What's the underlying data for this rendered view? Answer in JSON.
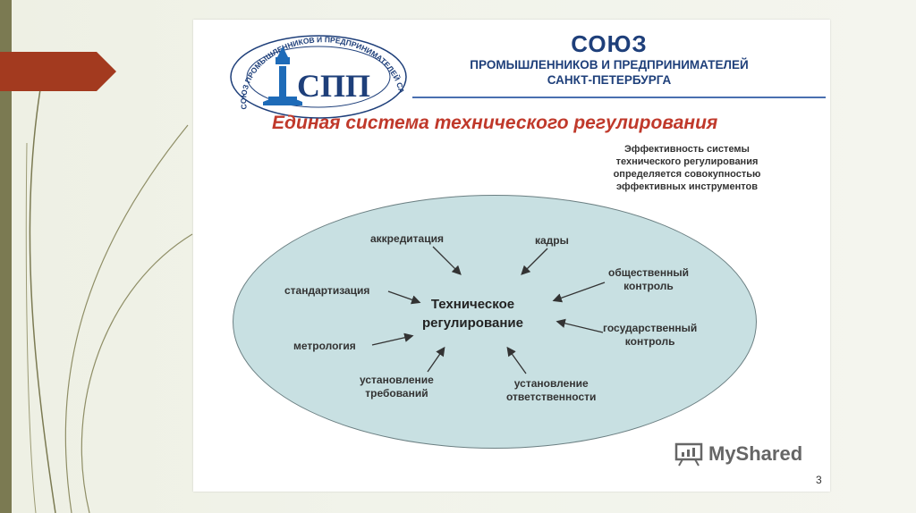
{
  "organization": {
    "line1": "СОЮЗ",
    "line2": "ПРОМЫШЛЕННИКОВ И ПРЕДПРИНИМАТЕЛЕЙ",
    "line3": "САНКТ-ПЕТЕРБУРГА",
    "logo_letters": "СПП",
    "logo_ring_text": "СОЮЗ ПРОМЫШЛЕННИКОВ И ПРЕДПРИНИМАТЕЛЕЙ САНКТ-ПЕТЕРБУРГА"
  },
  "title": "Единая система технического регулирования",
  "note": [
    "Эффективность системы",
    "технического регулирования",
    "определяется совокупностью",
    "эффективных инструментов"
  ],
  "center": {
    "line1": "Техническое",
    "line2": "регулирование"
  },
  "instruments": {
    "accreditation": "аккредитация",
    "personnel": "кадры",
    "standardization": "стандартизация",
    "public_control_1": "общественный",
    "public_control_2": "контроль",
    "state_control_1": "государственный",
    "state_control_2": "контроль",
    "metrology": "метрология",
    "requirements_1": "установление",
    "requirements_2": "требований",
    "responsibility_1": "установление",
    "responsibility_2": "ответственности"
  },
  "watermark": "MyShared",
  "page_number": "3",
  "colors": {
    "accent_arrow": "#a33a1f",
    "org_blue": "#1e3f7a",
    "title_red": "#c0392b",
    "ellipse_fill": "#c8e0e2"
  }
}
